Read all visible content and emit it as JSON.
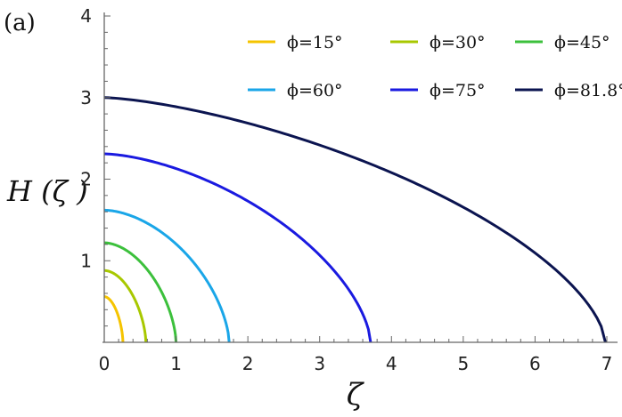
{
  "chart_data": {
    "type": "line",
    "panel_label": "(a)",
    "title": "",
    "xlabel": "ζ",
    "ylabel": "H (ζ )",
    "xlim": [
      0,
      7
    ],
    "ylim": [
      0,
      4
    ],
    "x_ticks": [
      0,
      1,
      2,
      3,
      4,
      5,
      6,
      7
    ],
    "y_ticks": [
      1,
      2,
      3,
      4
    ],
    "x_tick_labels": [
      "0",
      "1",
      "2",
      "3",
      "4",
      "5",
      "6",
      "7"
    ],
    "y_tick_labels": [
      "1",
      "2",
      "3",
      "4"
    ],
    "grid": false,
    "legend_position": "top-right",
    "series": [
      {
        "name": "ϕ=15°",
        "color": "#f5c400",
        "h0": 0.56,
        "x_end": 0.26,
        "exponent": 1.85
      },
      {
        "name": "ϕ=30°",
        "color": "#a8c800",
        "h0": 0.88,
        "x_end": 0.58,
        "exponent": 1.85
      },
      {
        "name": "ϕ=45°",
        "color": "#3cc03c",
        "h0": 1.22,
        "x_end": 1.0,
        "exponent": 1.8
      },
      {
        "name": "ϕ=60°",
        "color": "#1aa6e8",
        "h0": 1.62,
        "x_end": 1.74,
        "exponent": 1.75
      },
      {
        "name": "ϕ=75°",
        "color": "#1a1ae0",
        "h0": 2.31,
        "x_end": 3.71,
        "exponent": 1.6
      },
      {
        "name": "ϕ=81.8°",
        "color": "#0b1450",
        "h0": 3.0,
        "x_end": 6.98,
        "exponent": 1.45
      }
    ]
  }
}
